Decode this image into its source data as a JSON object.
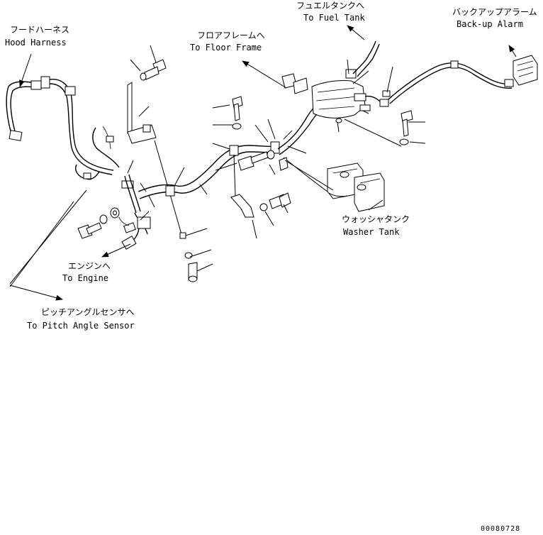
{
  "labels": {
    "hood_harness_jp": "フードハーネス",
    "hood_harness_en": "Hood Harness",
    "fuel_tank_jp": "フュエルタンクへ",
    "fuel_tank_en": "To Fuel Tank",
    "backup_alarm_jp": "バックアップアラーム",
    "backup_alarm_en": "Back-up Alarm",
    "floor_frame_jp": "フロアフレームへ",
    "floor_frame_en": "To Floor Frame",
    "washer_tank_jp": "ウォッシャタンク",
    "washer_tank_en": "Washer Tank",
    "engine_jp": "エンジンへ",
    "engine_en": "To Engine",
    "pitch_sensor_jp": "ピッチアングルセンサへ",
    "pitch_sensor_en": "To Pitch Angle Sensor"
  },
  "drawing_number": "00080728"
}
